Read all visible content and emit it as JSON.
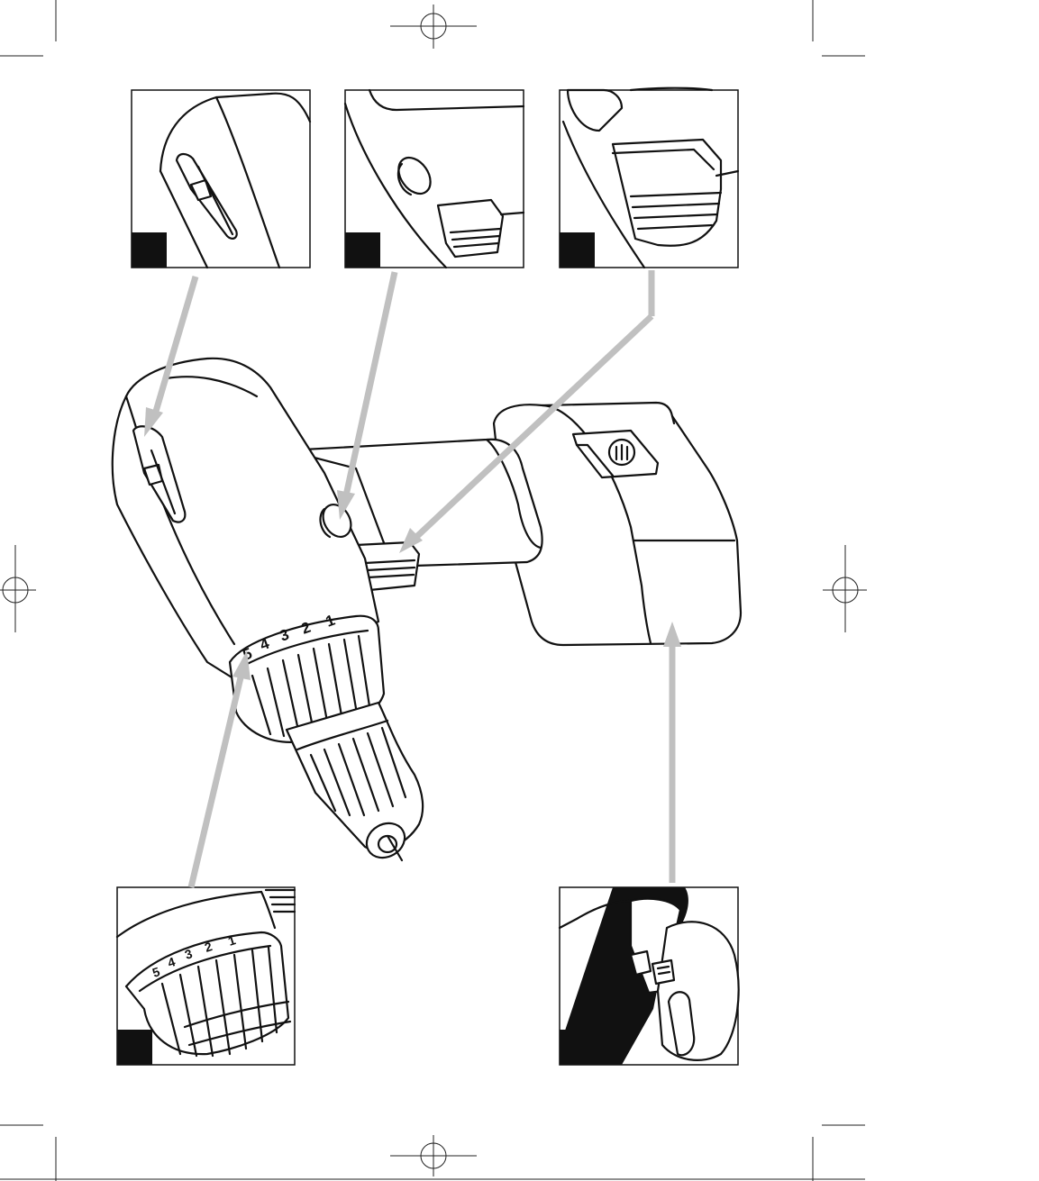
{
  "figure": {
    "description_labels": [],
    "speed_dial": {
      "main_labels": [
        "1",
        "2",
        "3",
        "4",
        "5"
      ],
      "inset_labels": [
        "1",
        "2",
        "3",
        "4",
        "5"
      ]
    },
    "callouts": [
      {
        "name": "forward-reverse-switch",
        "badge_color": "#111111"
      },
      {
        "name": "lock-button",
        "badge_color": "#111111"
      },
      {
        "name": "trigger-switch",
        "badge_color": "#111111"
      },
      {
        "name": "torque-collar",
        "badge_color": "#111111"
      },
      {
        "name": "battery-release",
        "badge_color": "#111111"
      }
    ],
    "colors": {
      "line": "#111111",
      "arrow": "#c0c0c0",
      "background": "#ffffff"
    }
  }
}
